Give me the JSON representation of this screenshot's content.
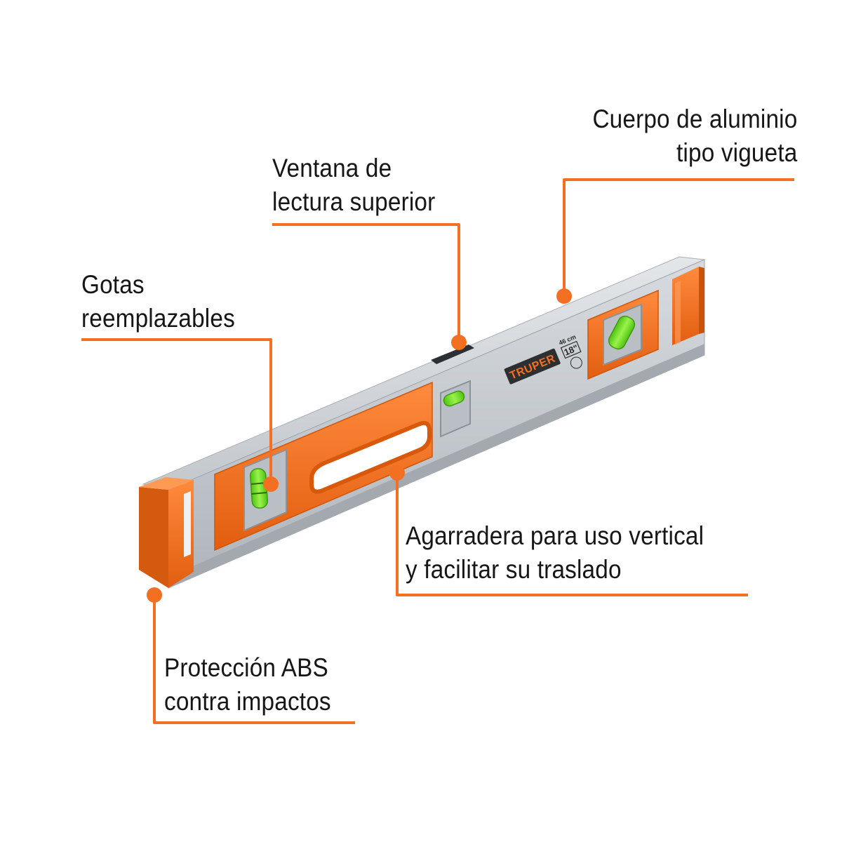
{
  "callouts": {
    "body": {
      "line1": "Cuerpo de aluminio",
      "line2": "tipo vigueta"
    },
    "window": {
      "line1": "Ventana de",
      "line2": "lectura superior"
    },
    "vials": {
      "line1": "Gotas",
      "line2": "reemplazables"
    },
    "handle": {
      "line1": "Agarradera para uso vertical",
      "line2": "y facilitar su traslado"
    },
    "caps": {
      "line1": "Protección ABS",
      "line2": "contra impactos"
    }
  },
  "product": {
    "brand": "TRUPER",
    "size_cm": "46 cm",
    "size_in": "18\""
  },
  "colors": {
    "accent": "#F36F21",
    "text": "#161616",
    "aluminum": "#C9CDD1",
    "vial": "#6FE21F"
  }
}
